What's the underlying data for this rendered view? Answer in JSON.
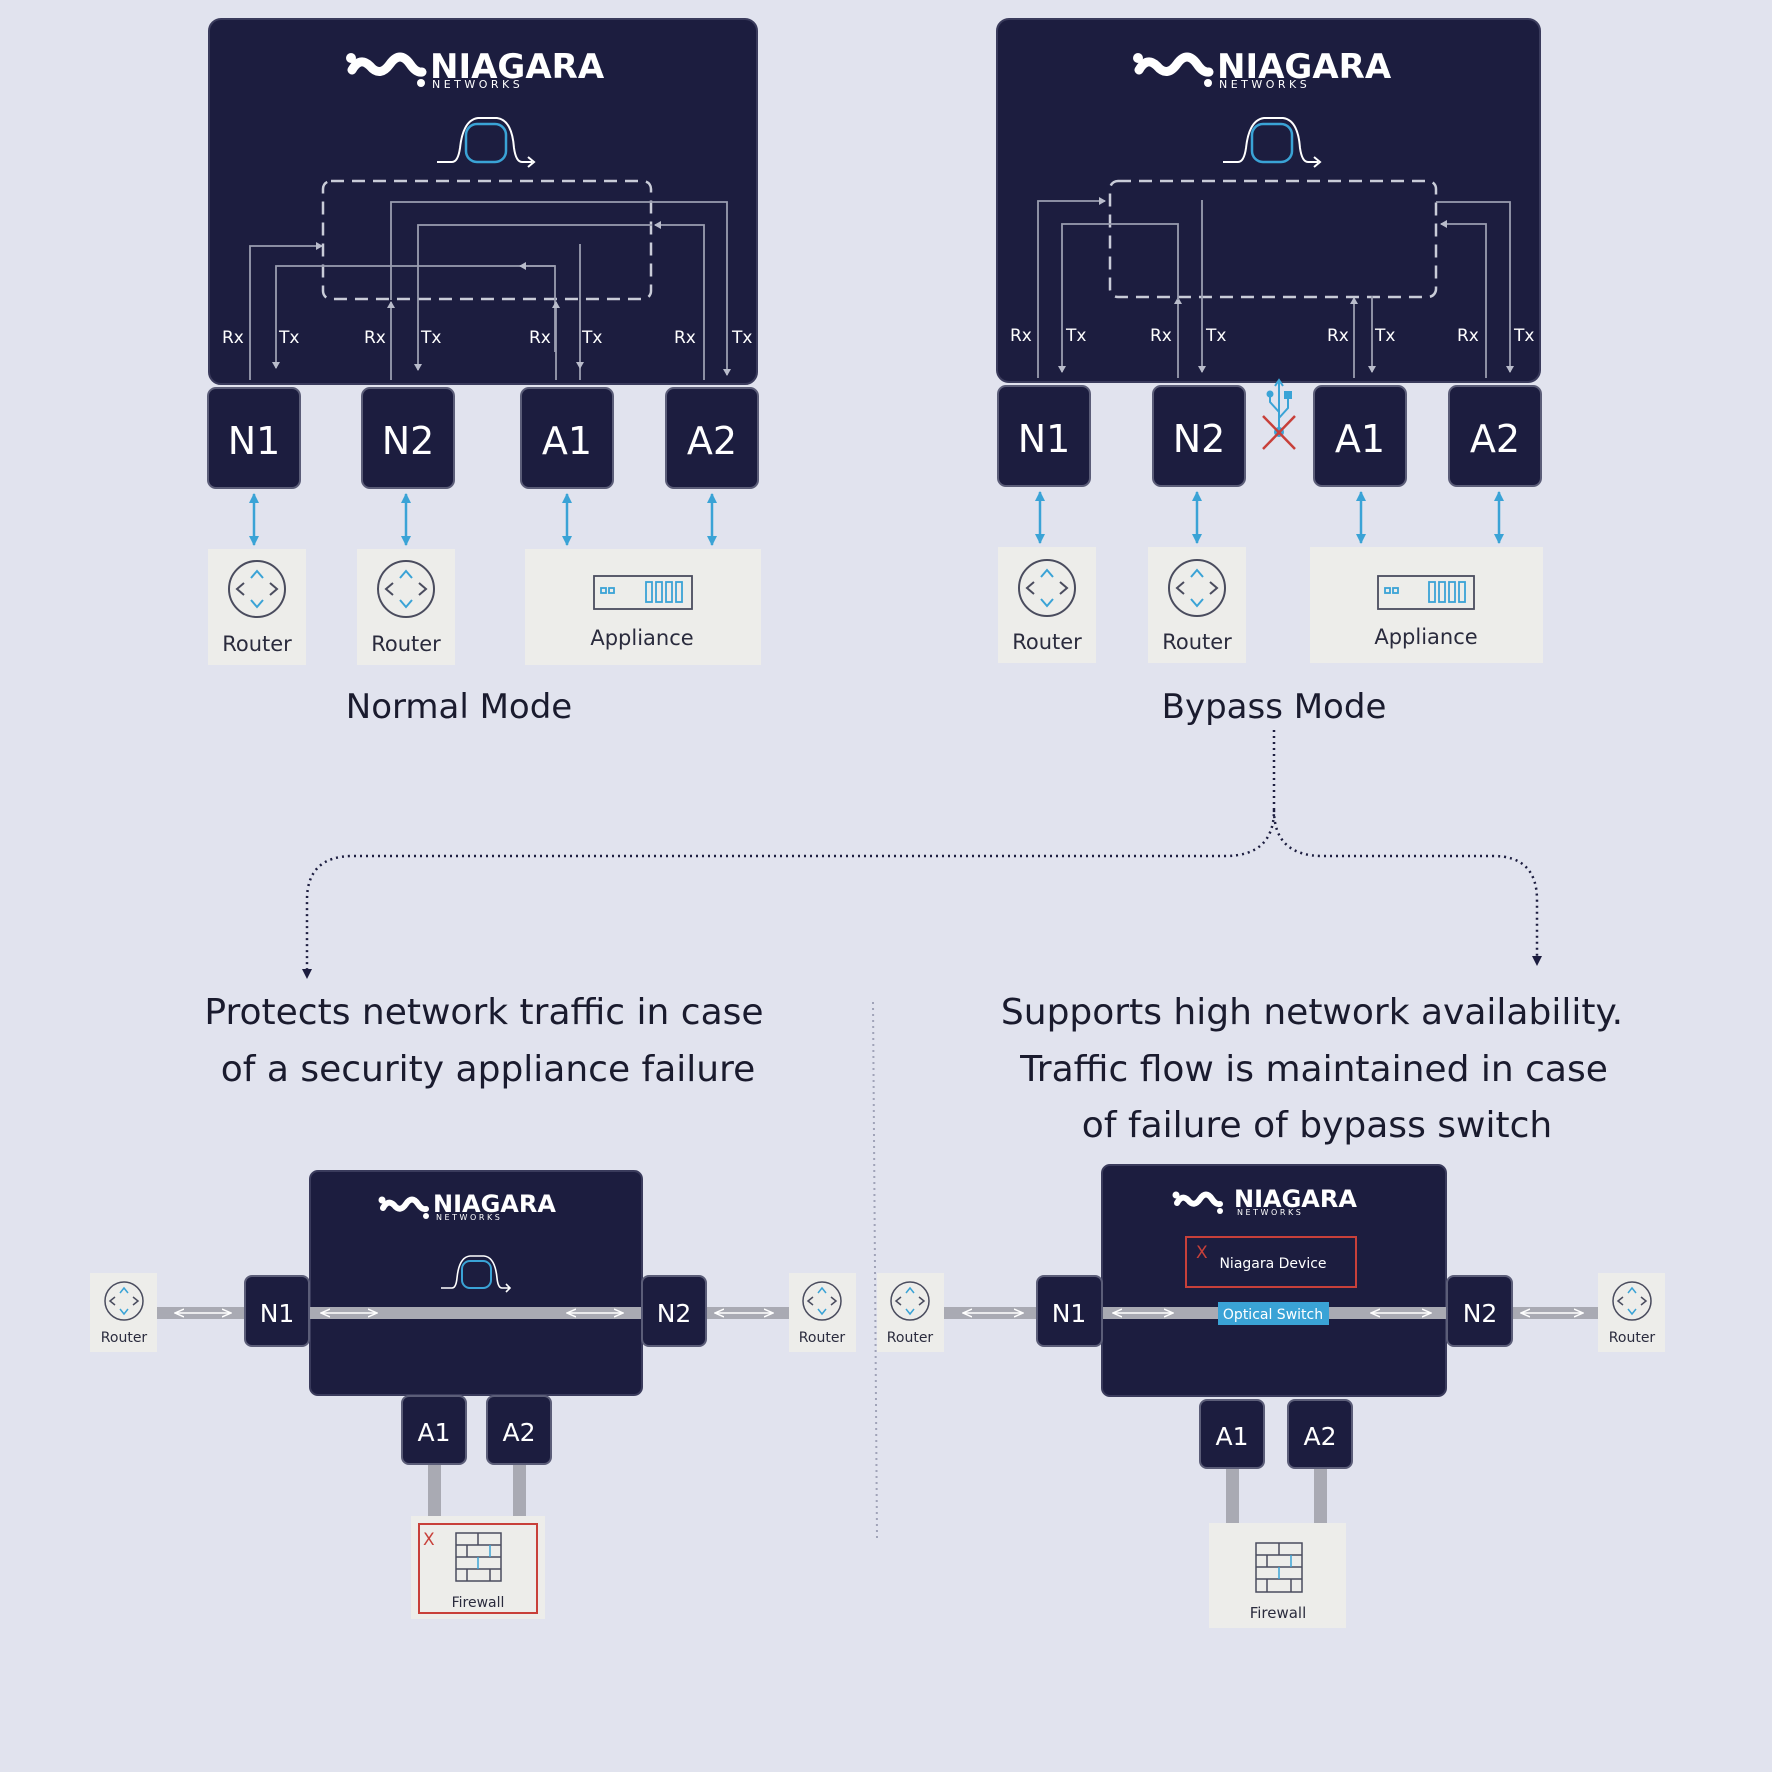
{
  "brand": {
    "name": "NIAGARA",
    "sub": "N E T W O R K S"
  },
  "ports": {
    "rx": "Rx",
    "tx": "Tx",
    "n1": "N1",
    "n2": "N2",
    "a1": "A1",
    "a2": "A2"
  },
  "devices": {
    "router": "Router",
    "appliance": "Appliance",
    "firewall": "Firewall"
  },
  "modes": {
    "normal": "Normal Mode",
    "bypass": "Bypass Mode"
  },
  "captions": {
    "left": [
      "Protects network traffic in case",
      "of a security appliance failure"
    ],
    "right": [
      "Supports high network availability.",
      "Traffic flow is maintained in case",
      "of failure of bypass switch"
    ]
  },
  "bottom_right": {
    "niagara_device": "Niagara Device",
    "optical_switch": "Optical Switch"
  },
  "failure_mark": "X",
  "colors": {
    "panel": "#1c1d3f",
    "accent": "#3aa3d6",
    "failure": "#c8403a",
    "device_box": "#ededea",
    "background": "#e1e3ee"
  }
}
